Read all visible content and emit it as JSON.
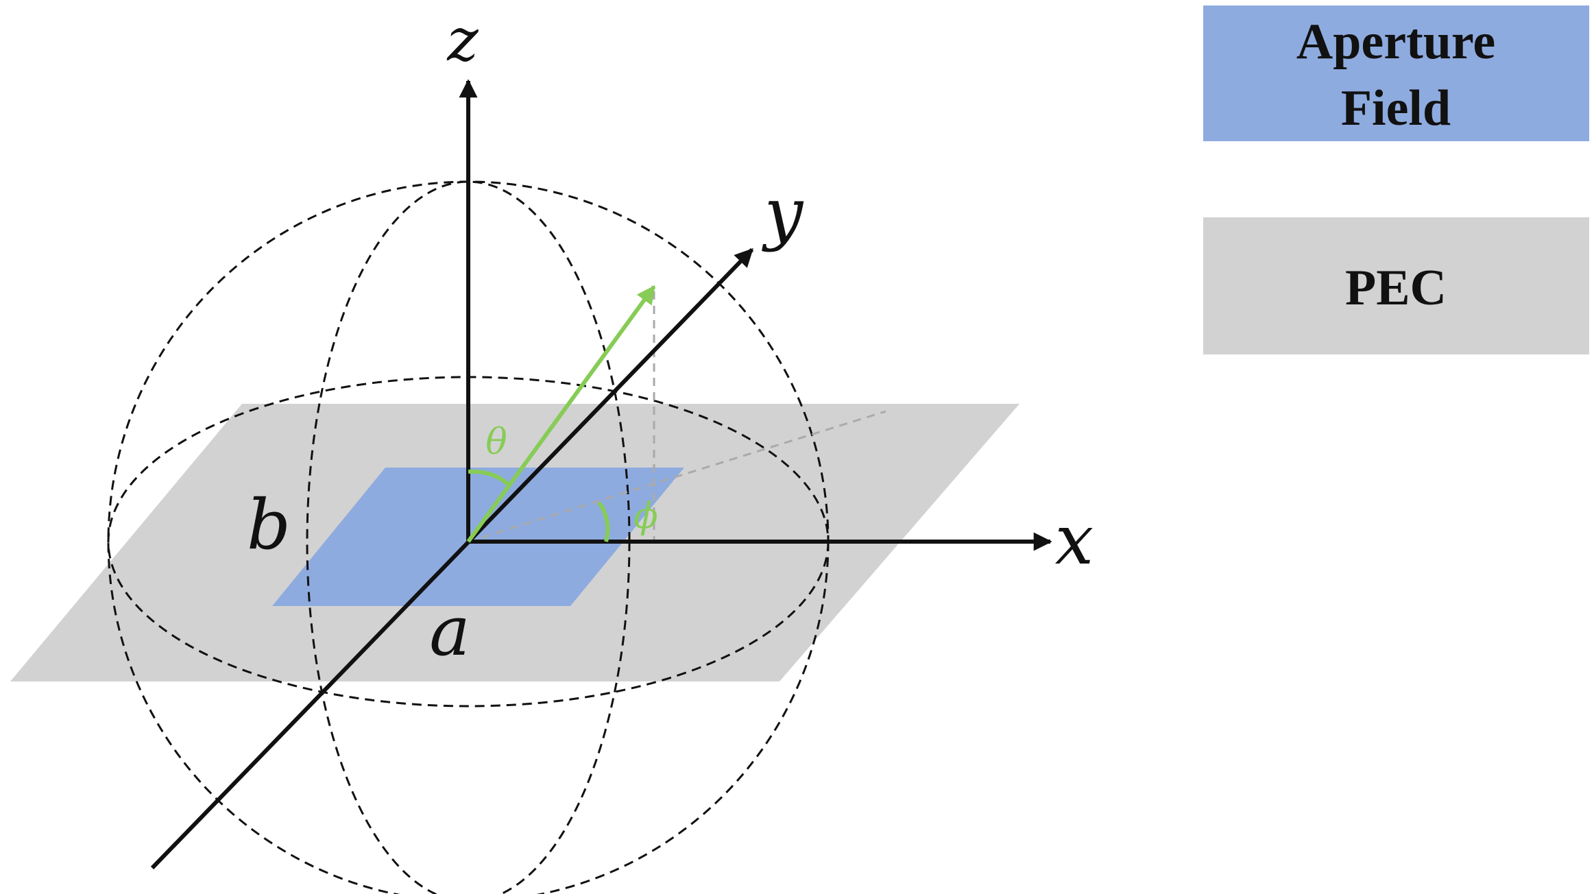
{
  "labels": {
    "axis_x": "x",
    "axis_y": "y",
    "axis_z": "z",
    "theta": "θ",
    "phi": "ϕ",
    "dim_a": "a",
    "dim_b": "b"
  },
  "legend": {
    "aperture_line1": "Aperture",
    "aperture_line2": "Field",
    "pec": "PEC"
  },
  "colors": {
    "aperture": "#8EABDF",
    "pec": "#D3D2D2",
    "vector": "#86CC56",
    "axis": "#111111",
    "projection": "#AAAAAA"
  }
}
